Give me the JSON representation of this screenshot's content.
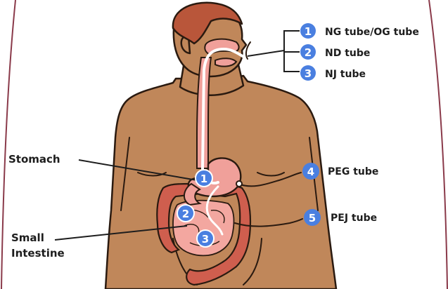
{
  "legend": {
    "items": [
      {
        "number": "1",
        "label": "NG tube/OG tube"
      },
      {
        "number": "2",
        "label": "ND tube"
      },
      {
        "number": "3",
        "label": "NJ tube"
      }
    ]
  },
  "side_labels": {
    "peg": {
      "number": "4",
      "label": "PEG tube"
    },
    "pej": {
      "number": "5",
      "label": "PEJ tube"
    }
  },
  "anatomy": {
    "stomach": "Stomach",
    "small_intestine_line1": "Small",
    "small_intestine_line2": "Intestine"
  },
  "markers": [
    "1",
    "2",
    "3"
  ],
  "colors": {
    "badge": "#4a7fe0",
    "skin": "#c0875a",
    "hair": "#b9563a",
    "organ": "#f0a09a",
    "intestine": "#cf5e4e",
    "outline": "#2a1a10",
    "frame": "#8a3a4a"
  }
}
